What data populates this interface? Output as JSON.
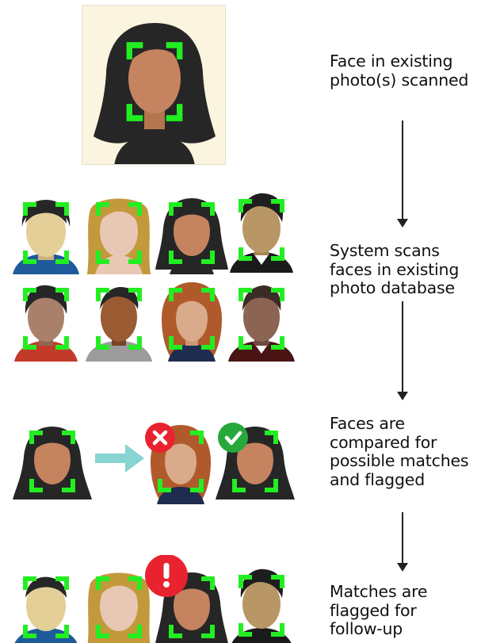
{
  "steps": [
    {
      "label": "Face in existing\nphoto(s) scanned"
    },
    {
      "label": "System scans\nfaces in existing\nphoto database"
    },
    {
      "label": "Faces are\ncompared for\npossible matches\nand flagged"
    },
    {
      "label": "Matches are\nflagged for\nfollow-up"
    }
  ],
  "colors": {
    "scan_frame": "#22ee22",
    "reject_badge": "#e8232f",
    "match_badge": "#27a83a",
    "alert_badge": "#e8232f",
    "compare_arrow": "#88d4d2",
    "photo_background": "#fbf4df",
    "hair_dark": "#262626"
  },
  "icons": {
    "reject": "x-circle-icon",
    "match": "check-circle-icon",
    "alert": "exclamation-circle-icon"
  }
}
